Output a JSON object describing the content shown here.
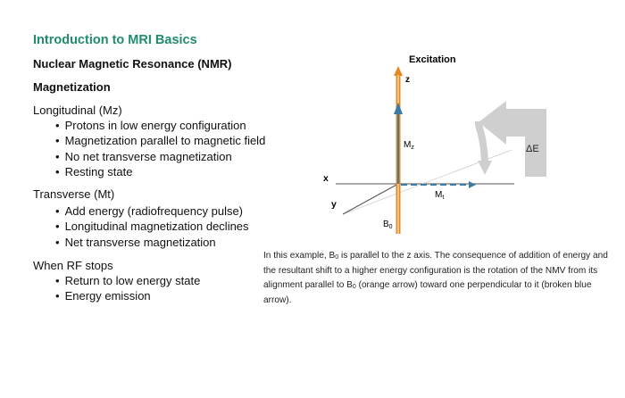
{
  "title": "Introduction to MRI Basics",
  "subtitle": "Nuclear Magnetic Resonance (NMR)",
  "section_heading": "Magnetization",
  "sections": [
    {
      "heading": "Longitudinal (Mz)",
      "bullets": [
        "Protons in low energy configuration",
        "Magnetization parallel to magnetic field",
        "No net transverse magnetization",
        "Resting state"
      ]
    },
    {
      "heading": "Transverse (Mt)",
      "bullets": [
        "Add energy (radiofrequency pulse)",
        "Longitudinal magnetization declines",
        "Net transverse magnetization"
      ]
    },
    {
      "heading": "When RF stops",
      "bullets": [
        "Return to low energy state",
        "Energy emission"
      ]
    }
  ],
  "diagram": {
    "title": "Excitation",
    "axis_z": "z",
    "axis_x": "x",
    "axis_y": "y",
    "label_mz": "M",
    "label_mz_sub": "z",
    "label_mt": "M",
    "label_mt_sub": "t",
    "label_b0": "B",
    "label_b0_sub": "0",
    "label_delta_e": "ΔE",
    "colors": {
      "b0_arrow": "#e8871e",
      "magnetization": "#3a7ca5",
      "energy_arrow": "#c8c8c8"
    }
  },
  "caption": {
    "part1": "In this example, B",
    "sub1": "0",
    "part2": " is parallel to the z axis. The consequence of addition of energy and the resultant shift to a higher energy configuration is the rotation of the NMV from its alignment parallel to B",
    "sub2": "0",
    "part3": " (orange arrow) toward one perpendicular to it (broken blue arrow)."
  }
}
